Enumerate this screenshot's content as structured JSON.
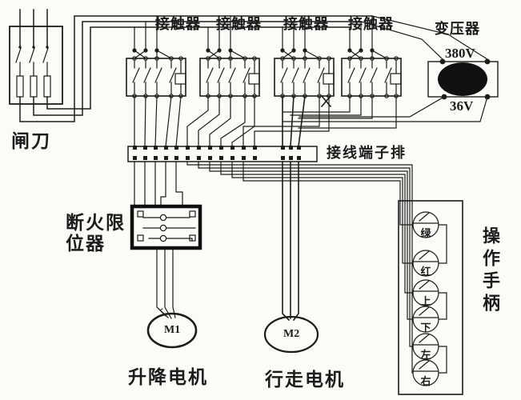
{
  "diagram": {
    "title": "crane-electrical-wiring-diagram",
    "knife_switch_label": "闸刀",
    "contactor_labels": [
      "接触器",
      "接触器",
      "接触器",
      "接触器"
    ],
    "transformer_label": "变压器",
    "voltage_primary": "380V",
    "voltage_secondary": "36V",
    "terminal_strip_label": "接线端子排",
    "limiter_label": "断火限\n位器",
    "motor1_label": "M1",
    "motor1_caption": "升降电机",
    "motor2_label": "M2",
    "motor2_caption": "行走电机",
    "handle_label": "操作手柄",
    "handle_buttons": [
      "绿",
      "红",
      "上",
      "下",
      "左",
      "右"
    ],
    "colors": {
      "line": "#1c1c1c",
      "background": "#fbfbf8",
      "transformer_core": "#101010"
    }
  }
}
